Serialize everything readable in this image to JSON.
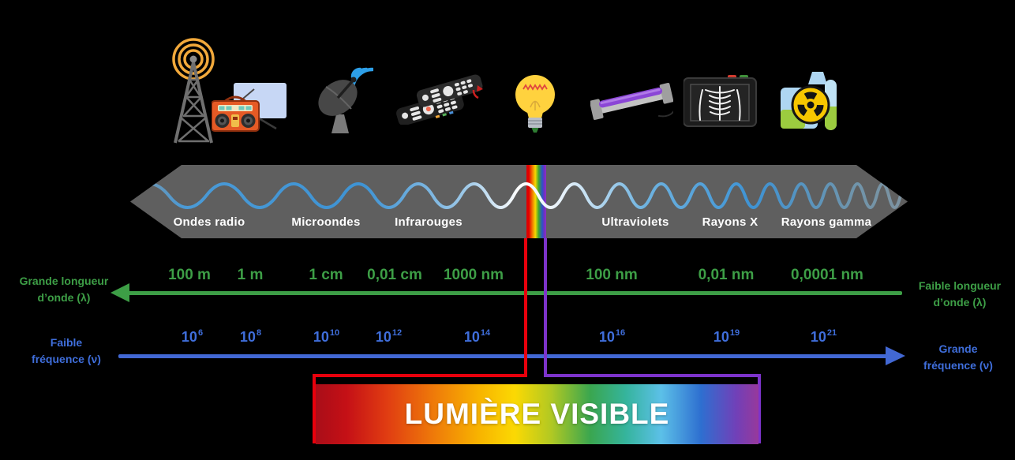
{
  "banner": {
    "label": "LUMIÈRE VISIBLE"
  },
  "spectrum_band": {
    "regions": [
      "Ondes radio",
      "Microondes",
      "Infrarouges",
      "Ultraviolets",
      "Rayons X",
      "Rayons gamma"
    ],
    "band_color": "#5f5f5f",
    "text_color": "#ffffff"
  },
  "icons": [
    "radio-tower-icon",
    "radio-tv-icon",
    "satellite-dish-icon",
    "remote-control-icon",
    "light-bulb-icon",
    "uv-lamp-icon",
    "x-ray-icon",
    "radioactivity-icon"
  ],
  "wavelength_axis": {
    "left_label": [
      "Grande longueur",
      "d’onde (λ)"
    ],
    "right_label": [
      "Faible longueur",
      "d’onde (λ)"
    ],
    "values": [
      "100 m",
      "1 m",
      "1 cm",
      "0,01 cm",
      "1000 nm",
      "100 nm",
      "0,01 nm",
      "0,0001 nm"
    ],
    "color": "#3d9e46"
  },
  "frequency_axis": {
    "left_label": [
      "Faible",
      "fréquence (ν)"
    ],
    "right_label": [
      "Grande",
      "fréquence (ν)"
    ],
    "values": [
      {
        "base": "10",
        "exp": "6"
      },
      {
        "base": "10",
        "exp": "8"
      },
      {
        "base": "10",
        "exp": "10"
      },
      {
        "base": "10",
        "exp": "12"
      },
      {
        "base": "10",
        "exp": "14"
      },
      {
        "base": "10",
        "exp": "16"
      },
      {
        "base": "10",
        "exp": "19"
      },
      {
        "base": "10",
        "exp": "21"
      }
    ],
    "color": "#3f6edb"
  },
  "connectors": {
    "red": "#e8000c",
    "purple": "#7d33cb"
  },
  "colors": {
    "background": "#000000"
  }
}
